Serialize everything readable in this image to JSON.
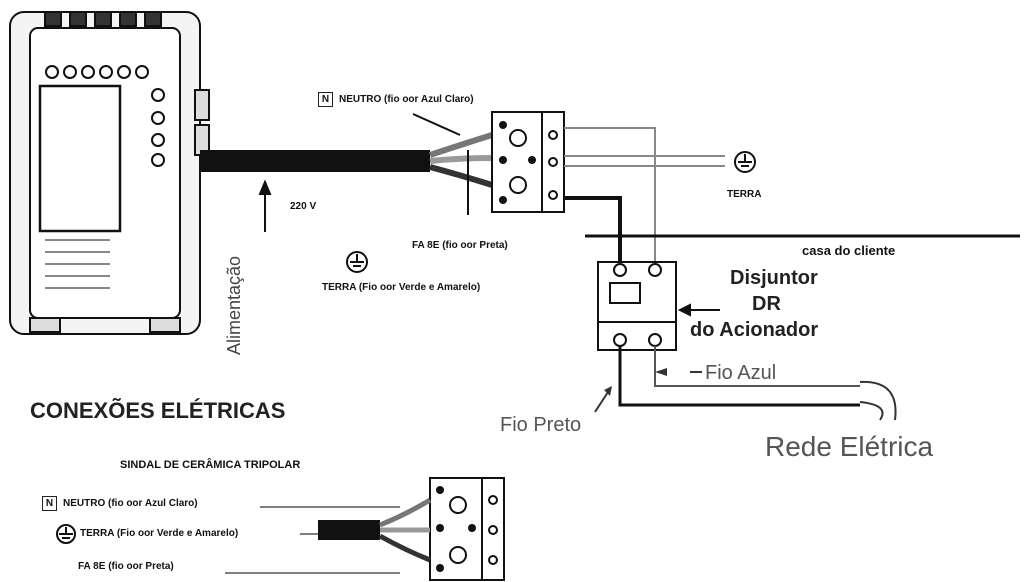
{
  "title": "CONEXÕES ELÉTRICAS",
  "top": {
    "neutro": "NEUTRO (fio oor Azul Claro)",
    "fase": "FA 8E (fio oor Preta)",
    "terra_wire": "TERRA (Fio oor Verde e Amarelo)",
    "terra": "TERRA",
    "voltage": "220 V",
    "alimentacao": "Alimentação",
    "casa": "casa do cliente",
    "disjuntor": [
      "Disjuntor",
      "DR",
      "do Acionador"
    ],
    "fio_azul": "Fio Azul",
    "fio_preto": "Fio Preto",
    "rede": "Rede Elétrica"
  },
  "bottom": {
    "subtitle": "SINDAL DE CERÂMICA TRIPOLAR",
    "neutro": "NEUTRO (fio oor Azul Claro)",
    "terra": "TERRA (Fio oor Verde e Amarelo)",
    "fase": "FA 8E (fio oor Preta)"
  },
  "symbols": {
    "neutral": "N"
  },
  "colors": {
    "line": "#111111",
    "wire_gray": "#9a9a9a"
  }
}
